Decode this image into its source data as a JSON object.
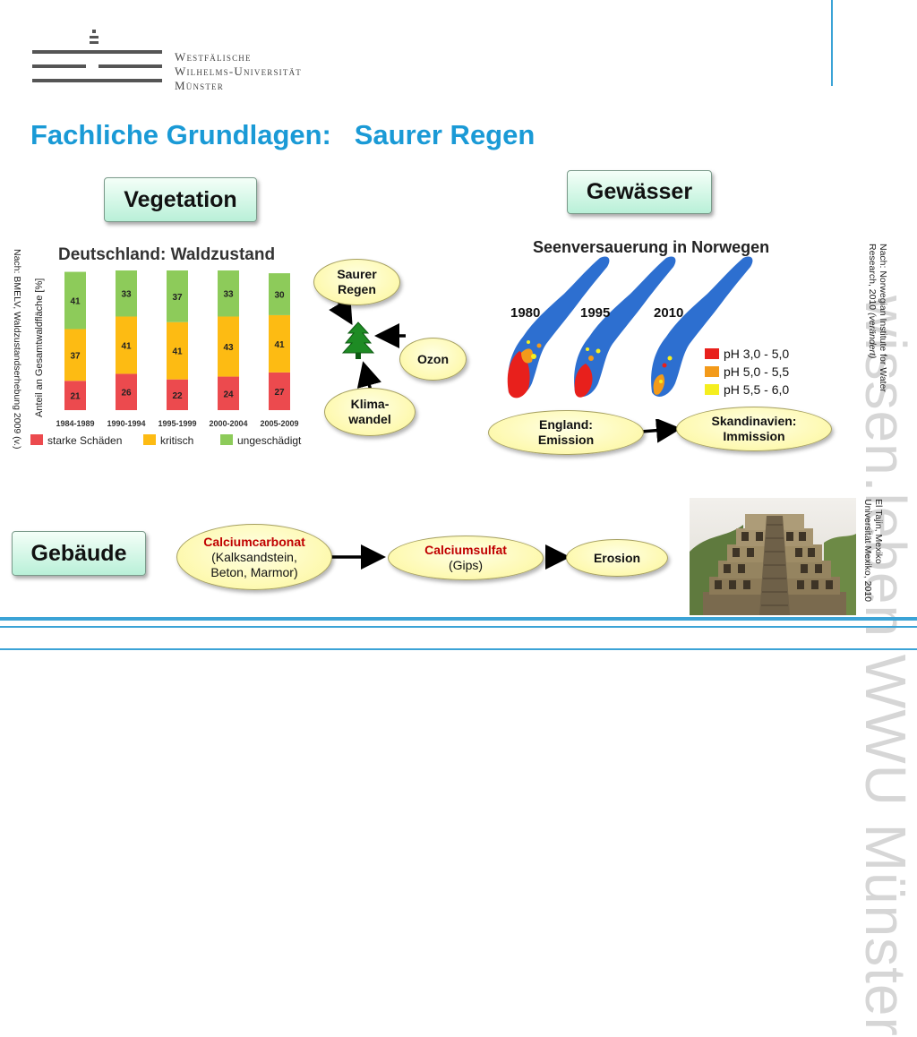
{
  "logo": {
    "lines": [
      "Westfälische",
      "Wilhelms-Universität",
      "Münster"
    ]
  },
  "title": "Fachliche Grundlagen:   Saurer Regen",
  "sections": {
    "vegetation": "Vegetation",
    "gewaesser": "Gewässer",
    "gebaeude": "Gebäude"
  },
  "chart_data": {
    "type": "bar",
    "title": "Deutschland: Waldzustand",
    "ylabel": "Anteil an Gesamtwaldfläche [%]",
    "categories": [
      "1984-1989",
      "1990-1994",
      "1995-1999",
      "2000-2004",
      "2005-2009"
    ],
    "stacked": true,
    "ylim": [
      0,
      100
    ],
    "series": [
      {
        "name": "starke Schäden",
        "color": "#ec4a4e",
        "values": [
          21,
          26,
          22,
          24,
          27
        ]
      },
      {
        "name": "kritisch",
        "color": "#fdbb13",
        "values": [
          37,
          41,
          41,
          43,
          41
        ]
      },
      {
        "name": "ungeschädigt",
        "color": "#8dcb5a",
        "values": [
          41,
          33,
          37,
          33,
          30
        ]
      }
    ],
    "legend": "bottom"
  },
  "source_vegetation": "Nach: BMELV, Waldzustandserhebung 2009 (v.)",
  "vegetation_diagram": {
    "saurer_regen": [
      "Saurer",
      "Regen"
    ],
    "ozon": "Ozon",
    "klimawandel": [
      "Klima-",
      "wandel"
    ],
    "tree_icon": "tree-icon"
  },
  "norway": {
    "title": "Seenversauerung in Norwegen",
    "years": [
      "1980",
      "1995",
      "2010"
    ],
    "legend": [
      {
        "label": "pH 3,0 - 5,0",
        "color": "#e8201c"
      },
      {
        "label": "pH 5,0 - 5,5",
        "color": "#f39a1a"
      },
      {
        "label": "pH 5,5 - 6,0",
        "color": "#f5ee1f"
      }
    ]
  },
  "source_norway": {
    "line1": "Nach: Norwegian Institute for Water",
    "line2_prefix": "Research, 2010 ",
    "line2_italic": "(verändert)"
  },
  "gewaesser_flow": {
    "england": [
      "England:",
      "Emission"
    ],
    "skandinavien": [
      "Skandinavien:",
      "Immission"
    ]
  },
  "gebaeude_flow": {
    "calciumcarbonat": "Calciumcarbonat",
    "calciumcarbonat_sub": [
      "(Kalksandstein,",
      "Beton, Marmor)"
    ],
    "calciumsulfat": "Calciumsulfat",
    "calciumsulfat_sub": "(Gips)",
    "erosion": "Erosion"
  },
  "photo_credit": {
    "line1": "El Tajin, Mexiko",
    "line2": "Universität Mexiko, 2010"
  },
  "watermark": "wissen.leben WWU Münster",
  "colors": {
    "title_blue": "#1a9ad6",
    "accent_red": "#c00000"
  }
}
